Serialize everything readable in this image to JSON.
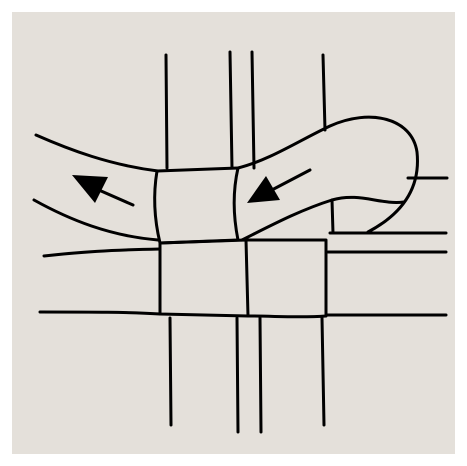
{
  "diagram": {
    "subject": "weave-joint-illustration",
    "background_color": "#e4e0da",
    "frame_color": "#ffffff",
    "ink_color": "#000000",
    "arrows": [
      {
        "name": "direction-arrow-left",
        "direction": "up-left"
      },
      {
        "name": "direction-arrow-right",
        "direction": "down-left"
      }
    ]
  }
}
